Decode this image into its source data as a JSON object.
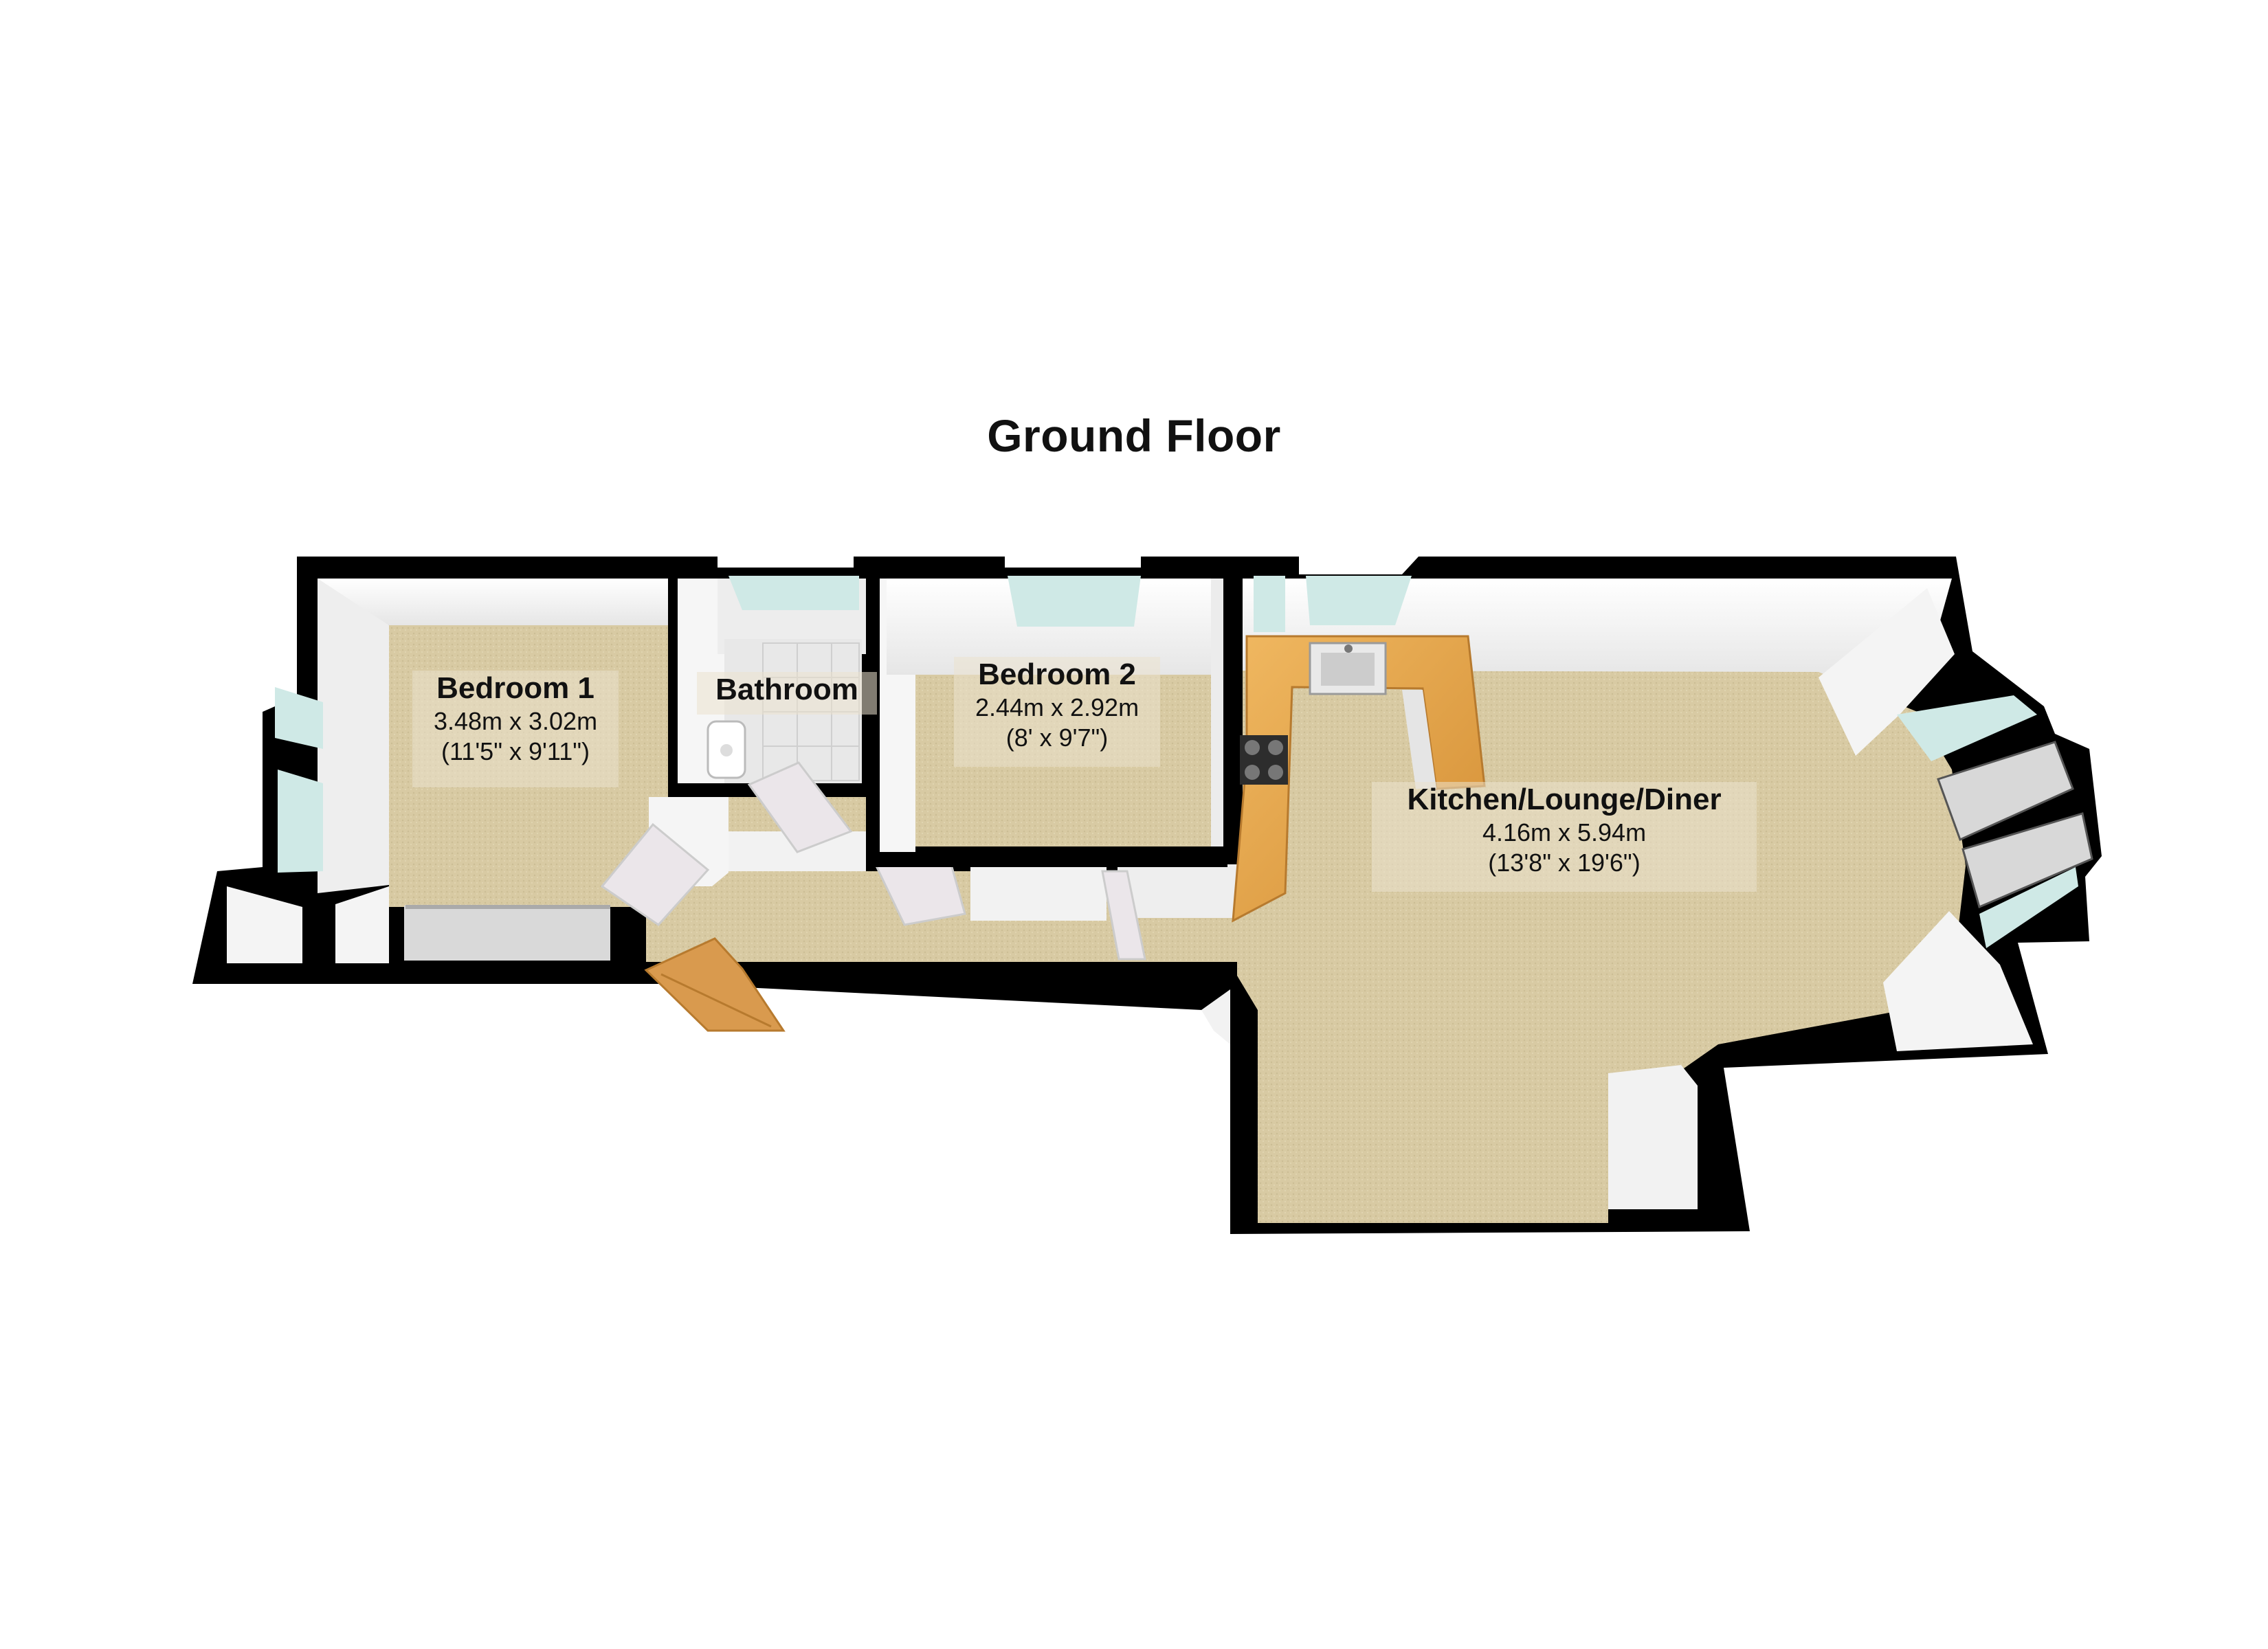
{
  "title": "Ground Floor",
  "rooms": {
    "bedroom1": {
      "name": "Bedroom 1",
      "metric": "3.48m x 3.02m",
      "imperial": "(11'5\" x 9'11\")"
    },
    "bathroom": {
      "name": "Bathroom"
    },
    "bedroom2": {
      "name": "Bedroom 2",
      "metric": "2.44m x 2.92m",
      "imperial": "(8' x 9'7\")"
    },
    "kitchen": {
      "name": "Kitchen/Lounge/Diner",
      "metric": "4.16m x 5.94m",
      "imperial": "(13'8\" x 19'6\")"
    }
  },
  "colors": {
    "wall": "#000000",
    "floor_carpet": "#d9cca6",
    "inner_wall": "#f2f2f2",
    "window_glass": "#cfe9e6",
    "worktop": "#e0a24a",
    "door": "#d99a4e"
  }
}
